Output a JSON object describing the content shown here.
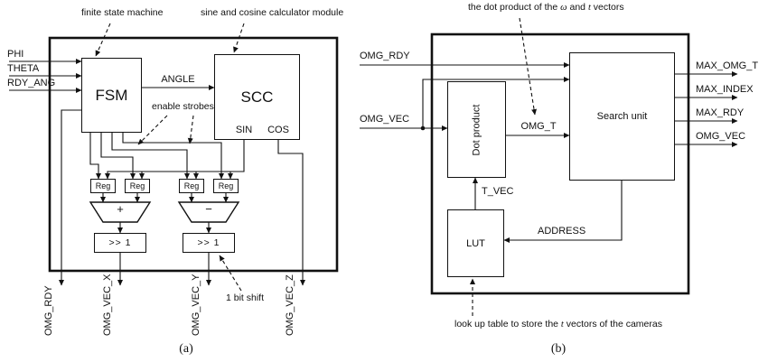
{
  "colors": {
    "line": "#111111",
    "background": "#ffffff"
  },
  "figure": {
    "caption_a": "(a)",
    "caption_b": "(b)"
  },
  "diagram_a": {
    "annotations": {
      "fsm": "finite state machine",
      "scc": "sine and cosine calculator module",
      "enable_strobes": "enable strobes",
      "shift": "1 bit shift"
    },
    "inputs": [
      "PHI",
      "THETA",
      "RDY_ANG"
    ],
    "blocks": {
      "fsm": "FSM",
      "scc": "SCC",
      "reg": "Reg",
      "shift": ">> 1",
      "adder": "+",
      "subtractor": "−"
    },
    "signals": {
      "angle": "ANGLE",
      "sin": "SIN",
      "cos": "COS"
    },
    "outputs": [
      "OMG_RDY",
      "OMG_VEC_X",
      "OMG_VEC_Y",
      "OMG_VEC_Z"
    ]
  },
  "diagram_b": {
    "annotations": {
      "dot_parts": {
        "p1": "the dot product of the ",
        "omega": "ω",
        "p2": " and ",
        "t": "t",
        "p3": " vectors"
      },
      "lut_parts": {
        "p1": "look up table to store the ",
        "t": "t",
        "p2": " vectors of the cameras"
      }
    },
    "inputs": [
      "OMG_RDY",
      "OMG_VEC"
    ],
    "blocks": {
      "dot_product": "Dot product",
      "search_unit": "Search unit",
      "lut": "LUT"
    },
    "signals": {
      "omg_t": "OMG_T",
      "t_vec": "T_VEC",
      "address": "ADDRESS"
    },
    "outputs": [
      "MAX_OMG_T",
      "MAX_INDEX",
      "MAX_RDY",
      "OMG_VEC"
    ]
  }
}
